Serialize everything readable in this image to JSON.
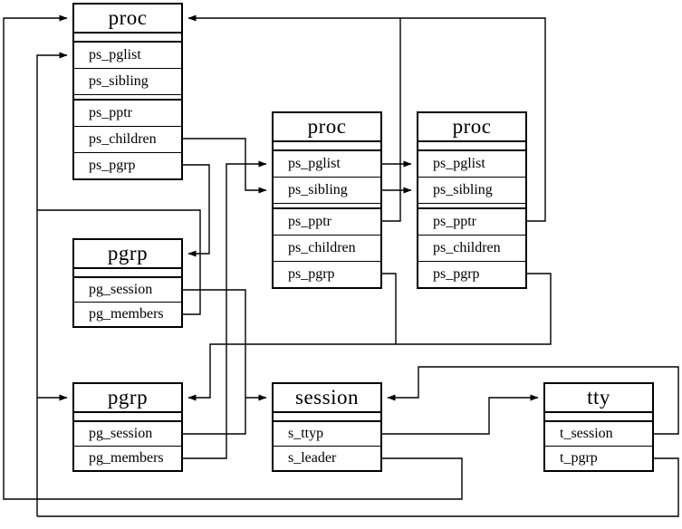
{
  "diagram": {
    "title_implicit": "process, process-group, session and tty structures",
    "colors": {
      "line": "#000000",
      "background": "#ffffff"
    },
    "boxes": {
      "proc_top": {
        "title": "proc",
        "fields": [
          "ps_pglist",
          "ps_sibling",
          "ps_pptr",
          "ps_children",
          "ps_pgrp"
        ]
      },
      "proc_middle": {
        "title": "proc",
        "fields": [
          "ps_pglist",
          "ps_sibling",
          "ps_pptr",
          "ps_children",
          "ps_pgrp"
        ]
      },
      "proc_right": {
        "title": "proc",
        "fields": [
          "ps_pglist",
          "ps_sibling",
          "ps_pptr",
          "ps_children",
          "ps_pgrp"
        ]
      },
      "pgrp_upper": {
        "title": "pgrp",
        "fields": [
          "pg_session",
          "pg_members"
        ]
      },
      "pgrp_lower": {
        "title": "pgrp",
        "fields": [
          "pg_session",
          "pg_members"
        ]
      },
      "session": {
        "title": "session",
        "fields": [
          "s_ttyp",
          "s_leader"
        ]
      },
      "tty": {
        "title": "tty",
        "fields": [
          "t_session",
          "t_pgrp"
        ]
      }
    }
  }
}
